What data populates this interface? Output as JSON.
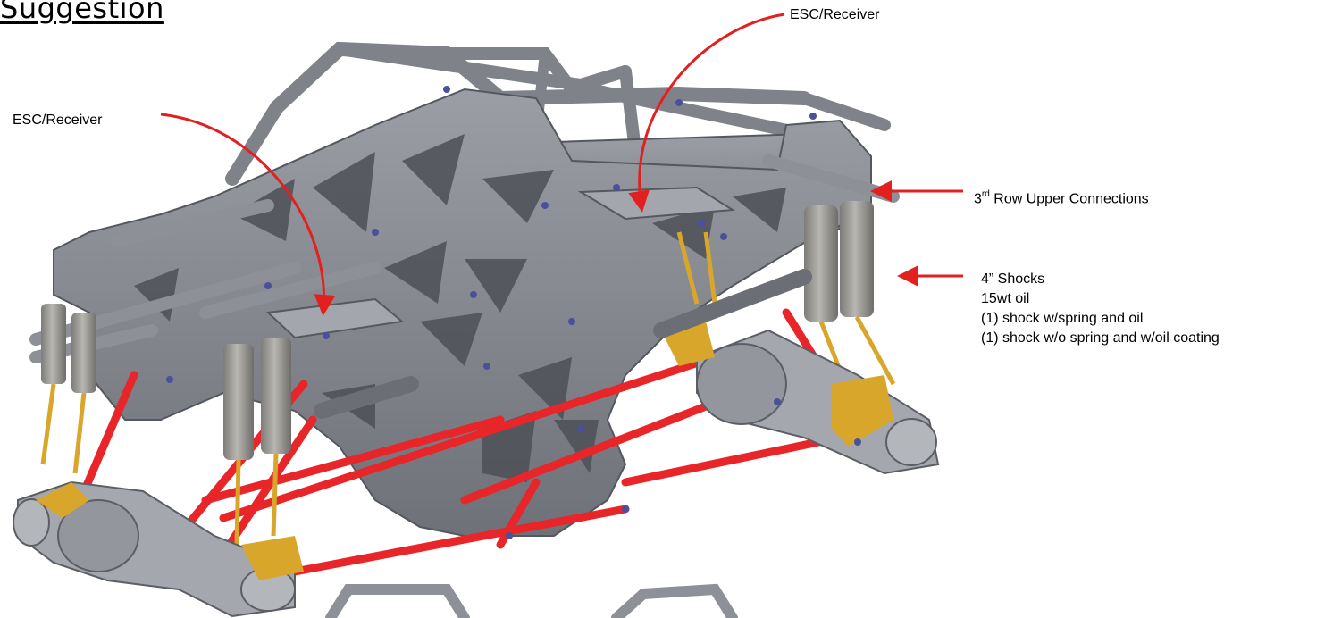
{
  "title": "Suggestion",
  "callouts": {
    "esc_top": "ESC/Receiver",
    "esc_left": "ESC/Receiver",
    "third_row": {
      "number": "3",
      "suffix": "rd",
      "rest": " Row Upper Connections"
    },
    "shocks": {
      "line1": "4” Shocks",
      "line2": "15wt oil",
      "line3": "(1) shock w/spring and oil",
      "line4": "(1) shock w/o spring and w/oil coating"
    }
  },
  "colors": {
    "frame": "#8a8d94",
    "frame_dark": "#54575e",
    "link_red": "#e8262a",
    "shock_body": "#9a9893",
    "shock_gold": "#d9a62c",
    "bolt_blue": "#4a4f9e",
    "arrow_red": "#e32020",
    "axle": "#9da0a6"
  }
}
